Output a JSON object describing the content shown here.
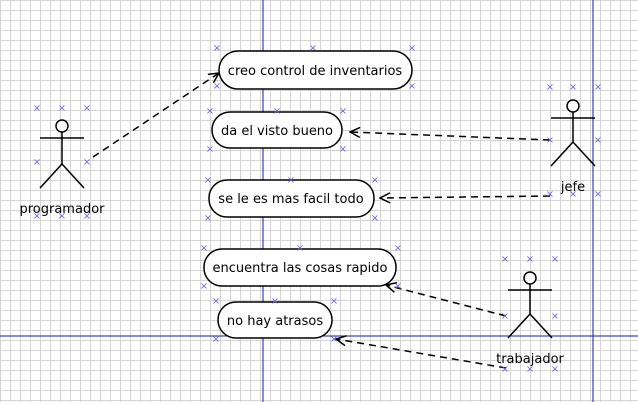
{
  "use_cases": [
    {
      "id": "uc1",
      "label": "creo control de inventarios"
    },
    {
      "id": "uc2",
      "label": "da el visto bueno"
    },
    {
      "id": "uc3",
      "label": "se le es mas facil todo"
    },
    {
      "id": "uc4",
      "label": "encuentra las cosas rapido"
    },
    {
      "id": "uc5",
      "label": "no hay atrasos"
    }
  ],
  "actors": [
    {
      "id": "programador",
      "label": "programador"
    },
    {
      "id": "jefe",
      "label": "jefe"
    },
    {
      "id": "trabajador",
      "label": "trabajador"
    }
  ],
  "colors": {
    "guide_line": "#1a1aa0",
    "selection_handle": "#6666dd",
    "stroke": "#000000"
  }
}
